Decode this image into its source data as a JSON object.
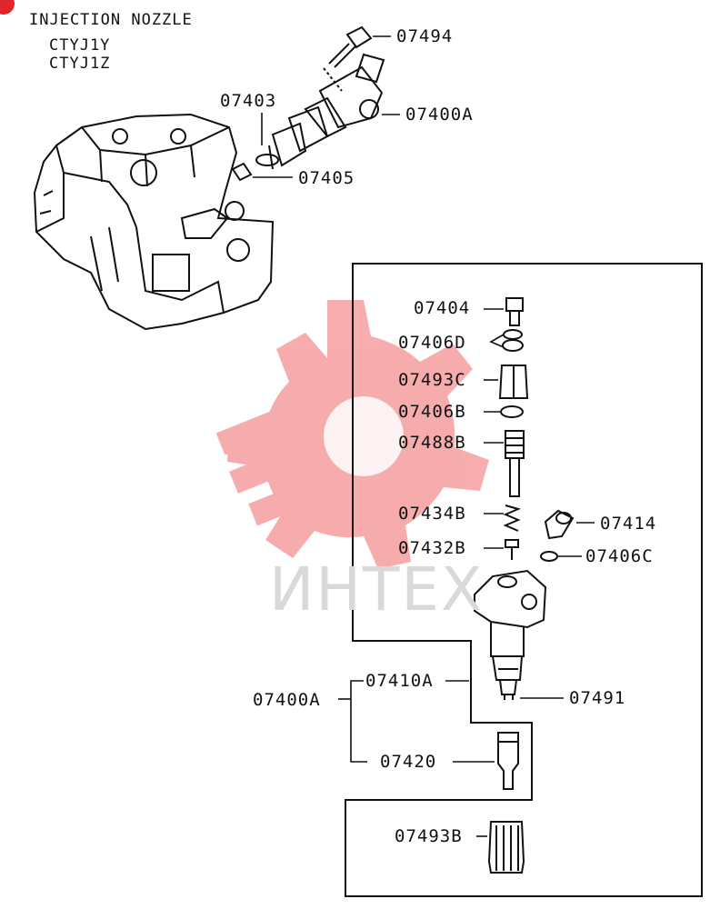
{
  "title": "INJECTION NOZZLE",
  "models": [
    "CTYJ1Y",
    "CTYJ1Z"
  ],
  "watermark_text": "ИНТЕХ",
  "colors": {
    "line": "#111111",
    "watermark": "#f06a6a",
    "badge": "#e0262c"
  },
  "parts": {
    "p07494": "07494",
    "p07403": "07403",
    "p07400A_top": "07400A",
    "p07405": "07405",
    "p07404": "07404",
    "p07406D": "07406D",
    "p07493C": "07493C",
    "p07406B": "07406B",
    "p07488B": "07488B",
    "p07434B": "07434B",
    "p07432B": "07432B",
    "p07414": "07414",
    "p07406C": "07406C",
    "p07410A": "07410A",
    "p07400A_bottom": "07400A",
    "p07491": "07491",
    "p07420": "07420",
    "p07493B": "07493B"
  }
}
